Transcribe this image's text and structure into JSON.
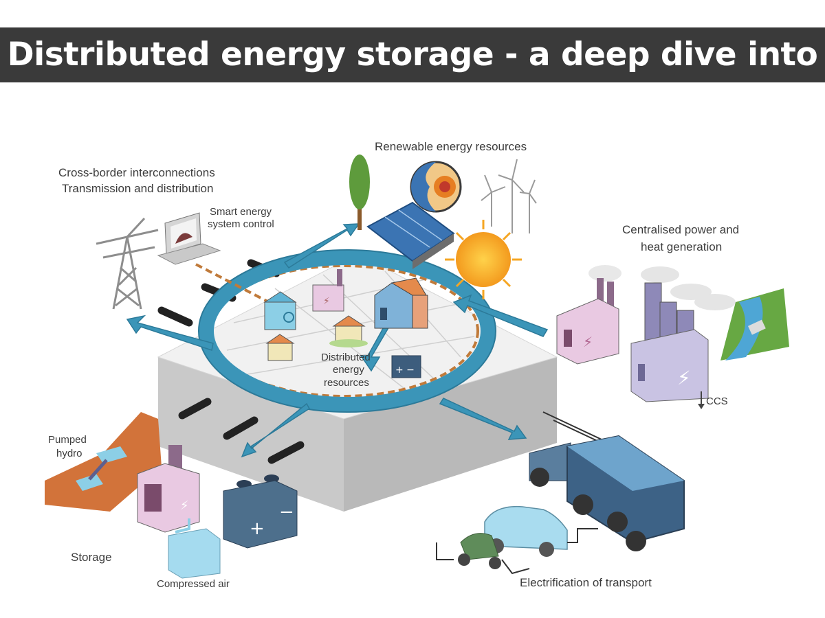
{
  "title": "Distributed energy storage - a deep dive into it",
  "labels": {
    "renewable": "Renewable energy resources",
    "cross_border_1": "Cross-border interconnections",
    "cross_border_2": "Transmission and distribution",
    "smart_control_1": "Smart energy",
    "smart_control_2": "system control",
    "centralised_1": "Centralised power and",
    "centralised_2": "heat generation",
    "ccs": "CCS",
    "distributed_1": "Distributed",
    "distributed_2": "energy",
    "distributed_3": "resources",
    "pumped_1": "Pumped",
    "pumped_2": "hydro",
    "storage": "Storage",
    "compressed_air": "Compressed air",
    "transport": "Electrification of transport"
  },
  "colors": {
    "banner": "#3a3a3a",
    "ring": "#3b95b8",
    "dashed_ring": "#c07a3a",
    "platform_top": "#ececec",
    "platform_side": "#c4c4c4",
    "sun": "#f5a623",
    "hill": "#d2733a",
    "battery": "#4d6f8c",
    "building_pink": "#e9c9e2",
    "building_lilac": "#c9c3e3",
    "truck": "#3d6286"
  }
}
